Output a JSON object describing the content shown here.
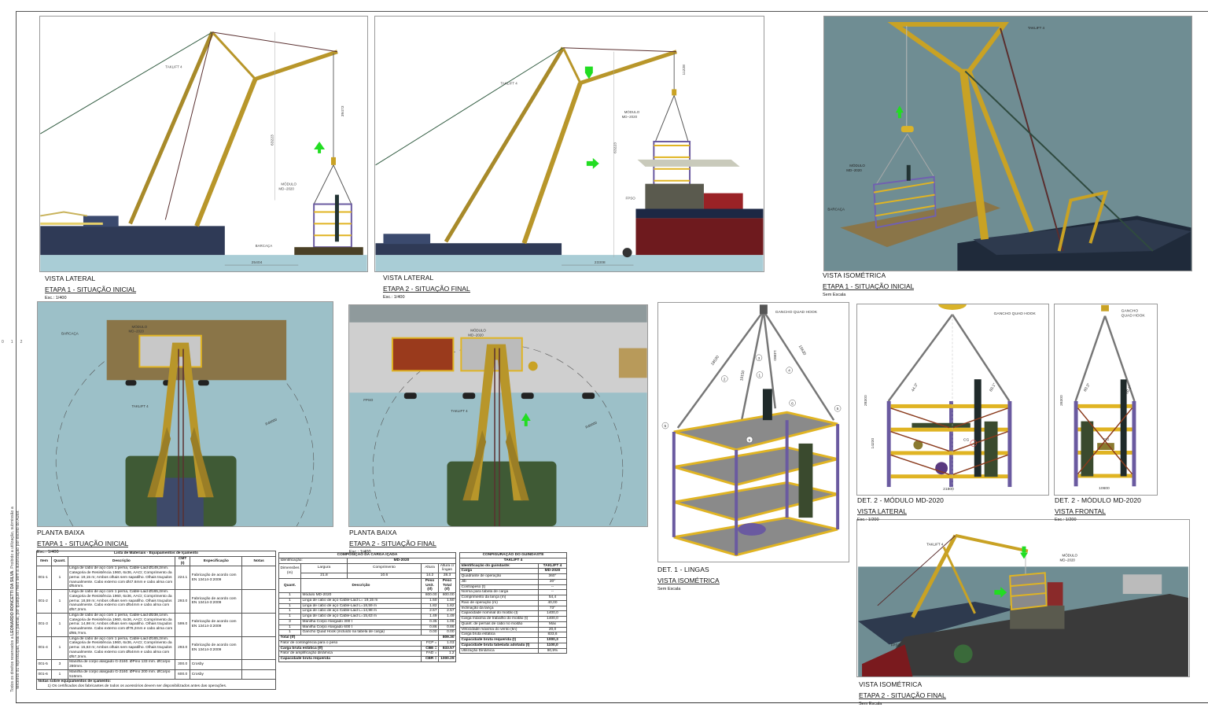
{
  "copyright": {
    "line1_pre": "Todos os direitos reservados a",
    "author": "LEONARDO RONCETTI DA SILVA",
    "line1_post": ". Proibido a utilização, submissão a",
    "line2": "terceiros ou reprodução, total ou parcial, por qualquer meio sem a autorização por escrito do Autor."
  },
  "scale_ruler": [
    "0",
    "1",
    "2"
  ],
  "views": {
    "lateral_1": {
      "title1": "VISTA LATERAL",
      "title2": "ETAPA 1 - SITUAÇÃO INICIAL",
      "scale": "Esc.: 1/400",
      "labels": {
        "crane": "TAKLIFT 4",
        "module1": "MÓDULO",
        "module2": "MD−2020",
        "barge": "BARCAÇA",
        "dim_h": "25404",
        "dim_v1": "63223",
        "dim_v2": "39473"
      }
    },
    "lateral_2": {
      "title1": "VISTA LATERAL",
      "title2": "ETAPA 2 - SITUAÇÃO FINAL",
      "scale": "Esc.: 1/400",
      "labels": {
        "crane": "TAKLIFT 4",
        "module1": "MÓDULO",
        "module2": "MD−2020",
        "fpso": "FPSO",
        "dim_h": "23308",
        "dim_v1": "63223",
        "dim_v2": "11228"
      }
    },
    "iso_1": {
      "title1": "VISTA ISOMÉTRICA",
      "title2": "ETAPA 1 - SITUAÇÃO INICIAL",
      "scale": "Sem Escala",
      "labels": {
        "crane": "TAKLIFT 4",
        "module1": "MÓDULO",
        "module2": "MD−2020",
        "barge": "BARCAÇA"
      }
    },
    "plan_1": {
      "title1": "PLANTA BAIXA",
      "title2": "ETAPA 1 - SITUAÇÃO INICIAL",
      "scale": "Esc.: 1/400",
      "labels": {
        "crane": "TAKLIFT 4",
        "module1": "MÓDULO",
        "module2": "MD−2020",
        "barge": "BARCAÇA",
        "radius": "R40000"
      }
    },
    "plan_2": {
      "title1": "PLANTA BAIXA",
      "title2": "ETAPA 2 - SITUAÇÃO FINAL",
      "scale": "Esc.: 1/400",
      "labels": {
        "crane": "TAKLIFT 4",
        "module1": "MÓDULO",
        "module2": "MD−2020",
        "fpso": "FPSO",
        "radius": "R40000"
      }
    },
    "det_1": {
      "title1": "DET. 1 - LINGAS",
      "title2": "VISTA ISOMÉTRICA",
      "scale": "Sem Escala",
      "labels": {
        "hook": "GANCHO  QUAD  HOOK",
        "d1": "18530",
        "d2": "19150",
        "d3": "14980",
        "d4": "15630",
        "n1": "1",
        "n2": "2",
        "n3": "3",
        "n4": "4",
        "n5": "5",
        "n6": "6"
      }
    },
    "det_2_lateral": {
      "title1": "DET. 2 - MÓDULO MD-2020",
      "title2": "VISTA LATERAL",
      "scale": "Esc.: 1/200",
      "labels": {
        "hook": "GANCHO  QUAD  HOOK",
        "h_total": "28300",
        "h_module": "14230",
        "width": "21800",
        "cg": "CG",
        "a1": "44.3°",
        "a2": "60.1°"
      }
    },
    "det_2_frontal": {
      "title1": "DET. 2 - MÓDULO MD-2020",
      "title2": "VISTA FRONTAL",
      "scale": "Esc.: 1/200",
      "labels": {
        "hook1": "GANCHO",
        "hook2": "QUAD  HOOK",
        "h_total": "28300",
        "width": "10600",
        "cg": "CG",
        "a1": "60.3°",
        "a2": "60.1°"
      }
    },
    "iso_2": {
      "title1": "VISTA ISOMÉTRICA",
      "title2": "ETAPA 2 - SITUAÇÃO FINAL",
      "scale": "Sem Escala",
      "labels": {
        "crane": "TAKLIFT 4",
        "module1": "MÓDULO",
        "module2": "MD−2020",
        "fpso": "FPSO"
      }
    }
  },
  "colors": {
    "crane_yellow": "#b8962a",
    "hull_navy": "#2f3a56",
    "water": "#a9cdd6",
    "iso_bg": "#6f8d93",
    "fpso_red": "#6e1a1e",
    "arrow_green": "#22dd22",
    "module_purple": "#6a5aa0",
    "deck_yellow": "#e0b423"
  },
  "materials": {
    "title": "Lista de Materiais - Equipamentos de Içamento",
    "headers": [
      "Item",
      "Quant.",
      "Descrição",
      "CMT (t)",
      "Especificação",
      "Notas"
    ],
    "rows": [
      [
        "001-1",
        "1",
        "Linga de cabo de aço com 1 perna, Cable-Laid Ø149,2mm. Categoria de Resistência 1960, 6x36, AACI; Comprimento da perna: 19,15 m; Ambos olhais sem sapatilho. Olhais traçados manualmente. Cabo externo com Ø47.6mm e cabo alma com Ø54mm.",
        "224.1",
        "Fabricação de acordo com EN 13414-3:2009",
        ""
      ],
      [
        "001-2",
        "1",
        "Linga de cabo de aço com 1 perna, Cable-Laid Ø165,2mm. Categoria de Resistência 1960, 6x36, AACI; Comprimento da perna: 18,59 m; Ambos olhais sem sapatilho. Olhais traçados manualmente. Cabo externo com Ø54mm e cabo alma com Ø57,2mm.",
        "293.0",
        "Fabricação de acordo com EN 13414-3:2009",
        ""
      ],
      [
        "001-3",
        "1",
        "Linga de cabo de aço com 1 perna, Cable-Laid Ø238,1mm. Categoria de Resistência 1960, 6x36, AACI; Comprimento da perna: 14,98 m; Ambos olhais sem sapatilho. Olhais traçados manualmente. Cabo externo com Ø78,2mm e cabo alma com Ø85,7mm.",
        "599.0",
        "Fabricação de acordo com EN 13414-3:2009",
        ""
      ],
      [
        "001-4",
        "1",
        "Linga de cabo de aço com 1 perna, Cable-Laid Ø165,2mm. Categoria de Resistência 1960, 6x36, AACI; Comprimento da perna: 15,63 m; Ambos olhais sem sapatilho. Olhais traçados manualmente. Cabo externo com Ø54mm e cabo alma com Ø57,2mm.",
        "293.0",
        "Fabricação de acordo com EN 13414-3:2009",
        ""
      ],
      [
        "001-5",
        "3",
        "Manilha de corpo alargado G-2160. ØPino 133 mm. ØCorpo 280mm.",
        "300.0",
        "Crosby",
        ""
      ],
      [
        "001-6",
        "1",
        "Manilha de corpo alargado G-2160. ØPino 200 mm. ØCorpo 516mm.",
        "600.0",
        "Crosby",
        ""
      ]
    ],
    "notes_title": "Notas sobre equipamentos de içamento:",
    "notes": [
      "1) Os certificados dos fabricantes de todos os acessórios devem ser disponibilizados antes das operações."
    ]
  },
  "composition": {
    "title": "COMPOSIÇÃO DA CARGA IÇADA",
    "id_label": "Identificação:",
    "id_value": "MD-2020",
    "dim_label": "Dimensões (m)",
    "dim_headers": [
      "Largura",
      "Comprimento",
      "Altura",
      "Altura c/ lingas"
    ],
    "dim_values": [
      "21.8",
      "10.6",
      "14.2",
      "28.3"
    ],
    "headers": [
      "Quant.",
      "Descrição",
      "Peso Unit. (tf)",
      "Peso Total (tf)"
    ],
    "rows": [
      [
        "1",
        "Módulo MD-2020",
        "800.00",
        "800.00"
      ],
      [
        "1",
        "Linga de cabo de aço Cable-Laid L= 19,15 m",
        "1.50",
        "1.50"
      ],
      [
        "1",
        "Linga de cabo de aço Cable-Laid L=18,59 m",
        "1.82",
        "1.82"
      ],
      [
        "1",
        "Linga de cabo de aço Cable-Laid L=14,98 m",
        "2.57",
        "2.57"
      ],
      [
        "1",
        "Linga de cabo de aço Cable-Laid L=15,63 m",
        "1.49",
        "1.49"
      ],
      [
        "3",
        "Manilha Corpo Alargado 300 t",
        "0.35",
        "1.06"
      ],
      [
        "1",
        "Manilha Corpo Alargado 600 t",
        "0.86",
        "0.86"
      ],
      [
        "1",
        "Gancho Quad Hook (incluído na tabela de carga)",
        "0.00",
        "0.00"
      ]
    ],
    "total_label": "Total (tf)",
    "total_value": "809.30",
    "factors": [
      {
        "label": "Fator de contingência para o peso",
        "code": "FCP =",
        "value": "1.03",
        "bold": false
      },
      {
        "label": "Carga bruta estática (tf)",
        "code": "CBE =",
        "value": "833.57",
        "bold": true
      },
      {
        "label": "Fator de amplificação dinâmica",
        "code": "FAD =",
        "value": "1.2",
        "bold": false
      },
      {
        "label": "Capacidade bruta requerida",
        "code": "CBR =",
        "value": "1000.29",
        "bold": true
      }
    ]
  },
  "crane_config": {
    "title": "CONFIGURAÇÃO DO GUINDASTE",
    "subtitle": "TAKLIFT 4",
    "rows": [
      [
        "Identificação do guindaste:",
        "TAKLIFT 4",
        true
      ],
      [
        "Carga",
        "MD-2020",
        true
      ],
      [
        "Quadrante de operação",
        "360°",
        false
      ],
      [
        "Jib",
        "20°",
        false
      ],
      [
        "Contrapeso (t)",
        "--",
        false
      ],
      [
        "Norma para tabela de carga",
        "--",
        false
      ],
      [
        "Comprimento da lança (m)",
        "54,4",
        false
      ],
      [
        "Raio de operação (m)",
        "40,00",
        false
      ],
      [
        "Inclinação da lança",
        "73°",
        false
      ],
      [
        "Capacidade nominal do moitão (t)",
        "1400,0",
        false
      ],
      [
        "Carga máxima de trabalho do moitão (t)",
        "1400,0",
        false
      ],
      [
        "Quant. de pernas de cabo no moitão",
        "Máx",
        false
      ],
      [
        "Velocidade máxima do vento (kn)",
        "20,0",
        false
      ],
      [
        "Carga bruta estática",
        "833,6",
        false
      ],
      [
        "Capacidade bruta requerida (t)",
        "1000,3",
        true
      ],
      [
        "Capacidade bruta tabelada adotada (t)",
        "1100,0",
        true
      ],
      [
        "Utilização Dinâmica",
        "90,9%",
        false
      ]
    ]
  }
}
